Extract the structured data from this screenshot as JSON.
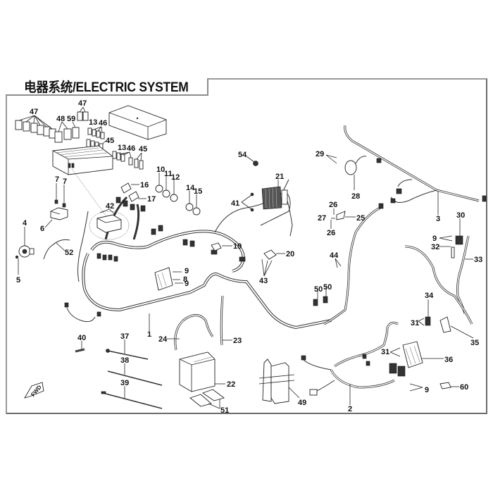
{
  "title": "电器系统/ELECTRIC SYSTEM",
  "direction_label": "FWD",
  "callouts": [
    {
      "id": "c47a",
      "text": "47"
    },
    {
      "id": "c47b",
      "text": "47"
    },
    {
      "id": "c48",
      "text": "48"
    },
    {
      "id": "c59",
      "text": "59"
    },
    {
      "id": "c13a",
      "text": "13"
    },
    {
      "id": "c46a",
      "text": "46"
    },
    {
      "id": "c45a",
      "text": "45"
    },
    {
      "id": "c13b",
      "text": "13"
    },
    {
      "id": "c46b",
      "text": "46"
    },
    {
      "id": "c45b",
      "text": "45"
    },
    {
      "id": "c7a",
      "text": "7"
    },
    {
      "id": "c7b",
      "text": "7"
    },
    {
      "id": "c6",
      "text": "6"
    },
    {
      "id": "c4",
      "text": "4"
    },
    {
      "id": "c5",
      "text": "5"
    },
    {
      "id": "c52",
      "text": "52"
    },
    {
      "id": "c42",
      "text": "42"
    },
    {
      "id": "c16",
      "text": "16"
    },
    {
      "id": "c17",
      "text": "17"
    },
    {
      "id": "c10",
      "text": "10"
    },
    {
      "id": "c11",
      "text": "11"
    },
    {
      "id": "c12",
      "text": "12"
    },
    {
      "id": "c14",
      "text": "14"
    },
    {
      "id": "c15",
      "text": "15"
    },
    {
      "id": "c54",
      "text": "54"
    },
    {
      "id": "c21",
      "text": "21"
    },
    {
      "id": "c41",
      "text": "41"
    },
    {
      "id": "c19",
      "text": "19"
    },
    {
      "id": "c20",
      "text": "20"
    },
    {
      "id": "c43",
      "text": "43"
    },
    {
      "id": "c9a",
      "text": "9"
    },
    {
      "id": "c8",
      "text": "8"
    },
    {
      "id": "c9b",
      "text": "9"
    },
    {
      "id": "c1",
      "text": "1"
    },
    {
      "id": "c24",
      "text": "24"
    },
    {
      "id": "c23",
      "text": "23"
    },
    {
      "id": "c40",
      "text": "40"
    },
    {
      "id": "c37",
      "text": "37"
    },
    {
      "id": "c38",
      "text": "38"
    },
    {
      "id": "c39",
      "text": "39"
    },
    {
      "id": "c22",
      "text": "22"
    },
    {
      "id": "c51",
      "text": "51"
    },
    {
      "id": "c49",
      "text": "49"
    },
    {
      "id": "c29",
      "text": "29"
    },
    {
      "id": "c28",
      "text": "28"
    },
    {
      "id": "c3",
      "text": "3"
    },
    {
      "id": "c26a",
      "text": "26"
    },
    {
      "id": "c27",
      "text": "27"
    },
    {
      "id": "c25",
      "text": "25"
    },
    {
      "id": "c26b",
      "text": "26"
    },
    {
      "id": "c44",
      "text": "44"
    },
    {
      "id": "c50a",
      "text": "50"
    },
    {
      "id": "c50b",
      "text": "50"
    },
    {
      "id": "c30",
      "text": "30"
    },
    {
      "id": "c9c",
      "text": "9"
    },
    {
      "id": "c32",
      "text": "32"
    },
    {
      "id": "c33",
      "text": "33"
    },
    {
      "id": "c34",
      "text": "34"
    },
    {
      "id": "c31a",
      "text": "31"
    },
    {
      "id": "c35",
      "text": "35"
    },
    {
      "id": "c31b",
      "text": "31"
    },
    {
      "id": "c36",
      "text": "36"
    },
    {
      "id": "c9d",
      "text": "9"
    },
    {
      "id": "c60",
      "text": "60"
    },
    {
      "id": "c2",
      "text": "2"
    }
  ]
}
